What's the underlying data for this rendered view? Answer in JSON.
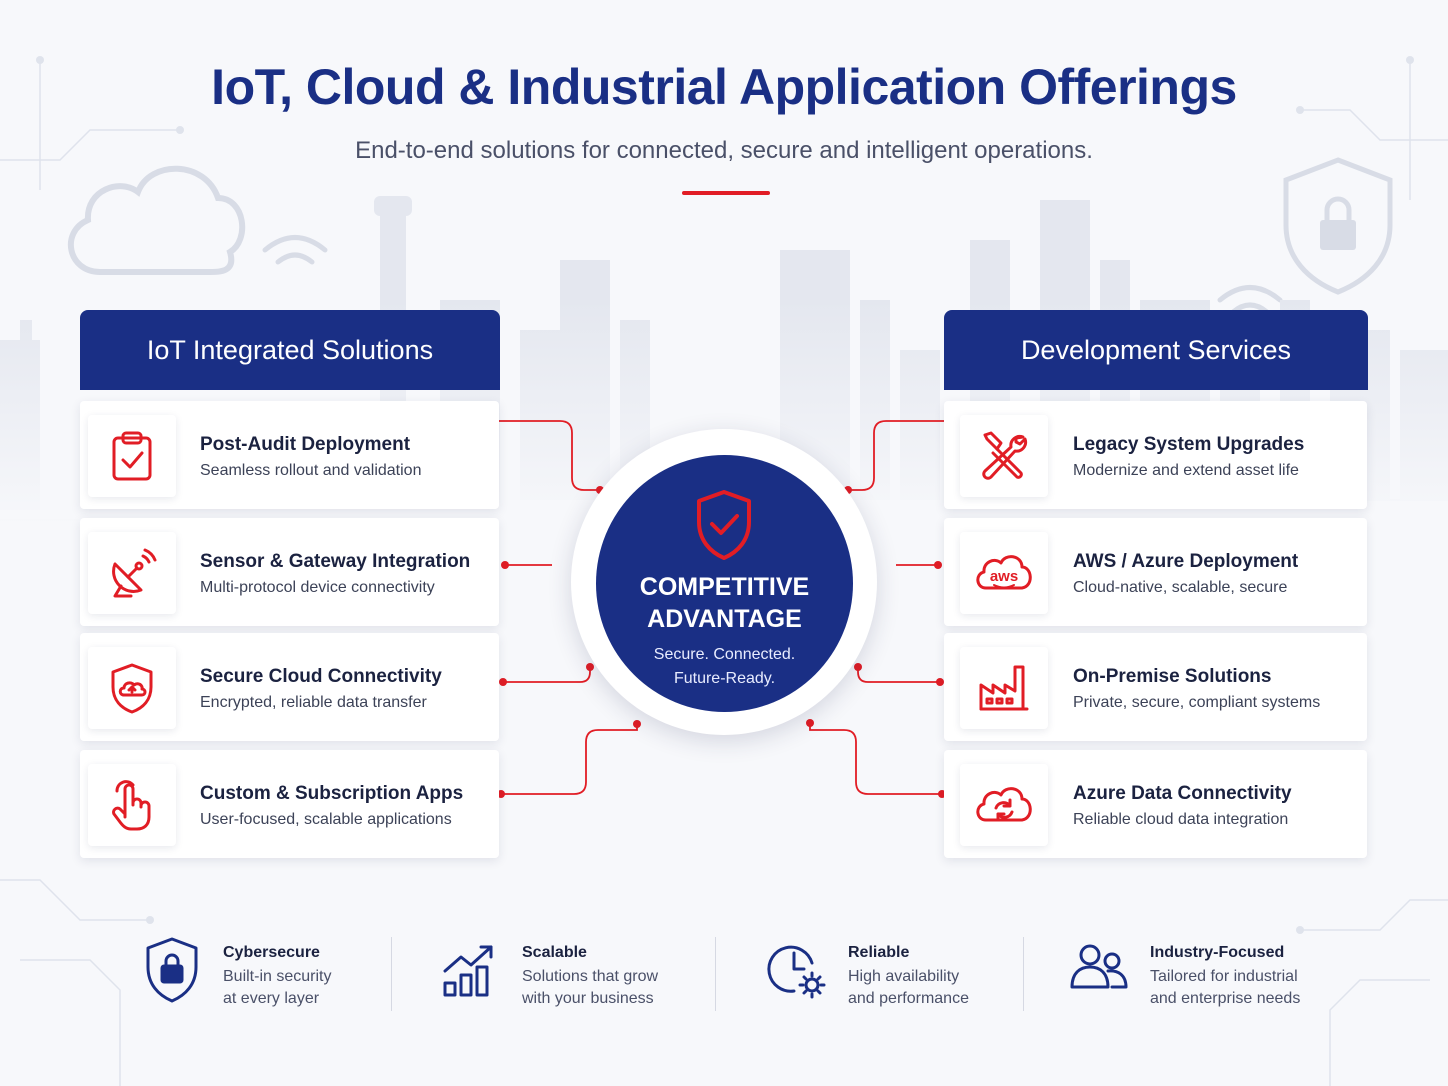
{
  "header": {
    "title": "IoT, Cloud & Industrial Application Offerings",
    "subtitle": "End-to-end solutions for connected, secure and intelligent operations."
  },
  "colors": {
    "navy": "#1a2f85",
    "accent_red": "#e11d25",
    "background": "#f7f8fb"
  },
  "left_panel": {
    "title": "IoT Integrated Solutions",
    "items": [
      {
        "title": "Post-Audit Deployment",
        "desc": "Seamless rollout and validation",
        "icon": "clipboard-check-icon"
      },
      {
        "title": "Sensor & Gateway Integration",
        "desc": "Multi-protocol device connectivity",
        "icon": "satellite-dish-icon"
      },
      {
        "title": "Secure Cloud Connectivity",
        "desc": "Encrypted, reliable data transfer",
        "icon": "shield-cloud-icon"
      },
      {
        "title": "Custom & Subscription Apps",
        "desc": "User-focused, scalable applications",
        "icon": "pointer-hand-icon"
      }
    ]
  },
  "right_panel": {
    "title": "Development Services",
    "items": [
      {
        "title": "Legacy System Upgrades",
        "desc": "Modernize and extend asset life",
        "icon": "tools-icon"
      },
      {
        "title": "AWS / Azure Deployment",
        "desc": "Cloud-native, scalable, secure",
        "icon": "aws-cloud-icon",
        "icon_text": "aws"
      },
      {
        "title": "On-Premise Solutions",
        "desc": "Private, secure, compliant systems",
        "icon": "factory-icon"
      },
      {
        "title": "Azure Data Connectivity",
        "desc": "Reliable cloud data integration",
        "icon": "cloud-sync-icon"
      }
    ]
  },
  "hub": {
    "title": "COMPETITIVE\nADVANTAGE",
    "subtitle": "Secure. Connected.\nFuture-Ready.",
    "icon": "shield-check-icon"
  },
  "features": [
    {
      "title": "Cybersecure",
      "line1": "Built-in security",
      "line2": "at every layer",
      "icon": "shield-lock-icon"
    },
    {
      "title": "Scalable",
      "line1": "Solutions that grow",
      "line2": "with your business",
      "icon": "growth-chart-icon"
    },
    {
      "title": "Reliable",
      "line1": "High availability",
      "line2": "and performance",
      "icon": "clock-gear-icon"
    },
    {
      "title": "Industry-Focused",
      "line1": "Tailored for industrial",
      "line2": "and enterprise needs",
      "icon": "users-icon"
    }
  ]
}
